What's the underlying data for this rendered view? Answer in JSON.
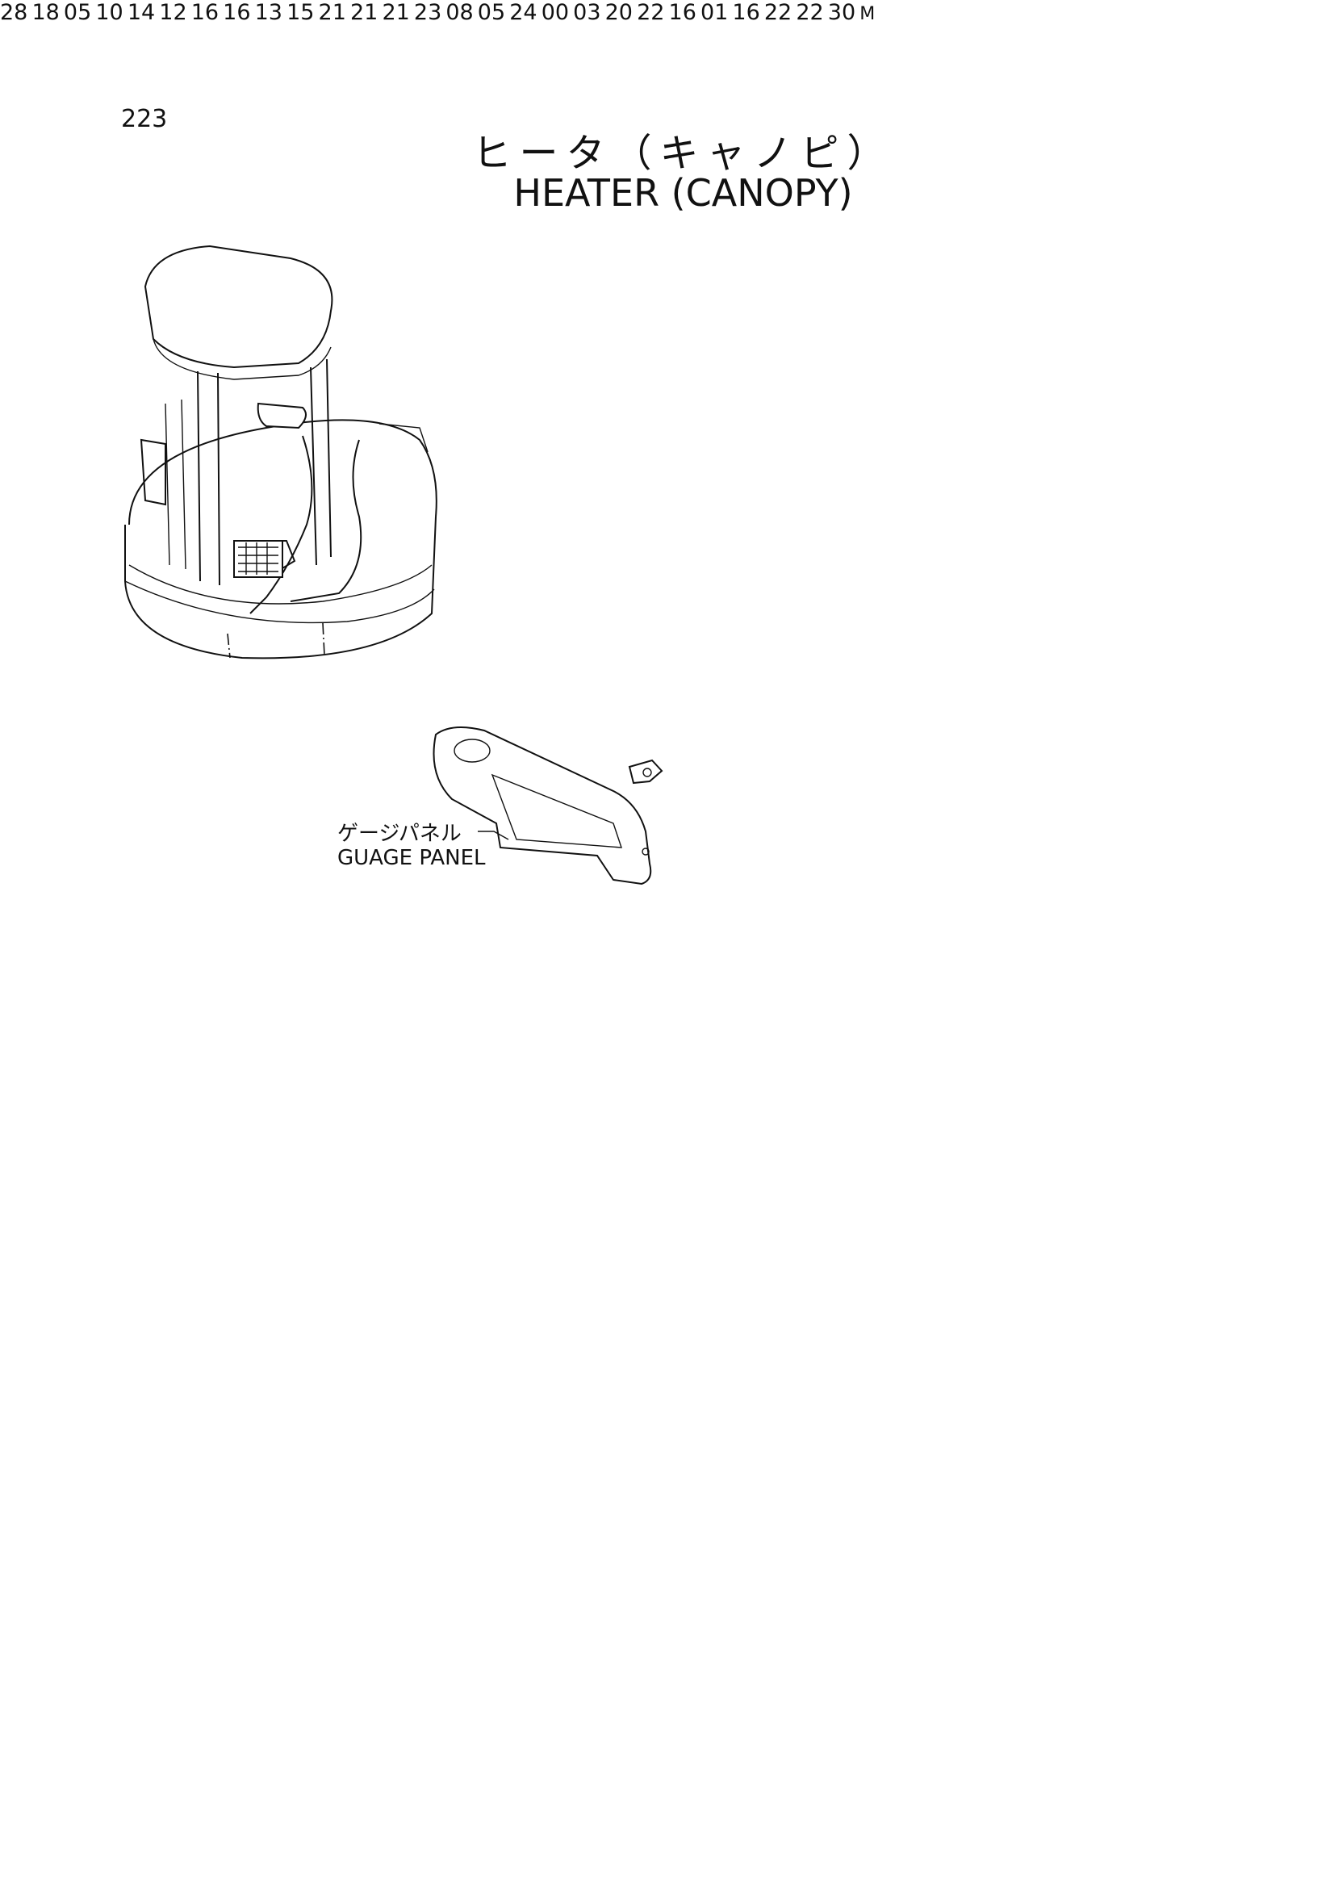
{
  "page_number": "223",
  "title_jp": "ヒータ（キャノピ）",
  "title_en": "HEATER (CANOPY)",
  "gauge_panel_jp": "ゲージパネル",
  "gauge_panel_en": "GUAGE PANEL",
  "mark": "M",
  "callouts": [
    {
      "id": "c28",
      "text": "28"
    },
    {
      "id": "c18",
      "text": "18"
    },
    {
      "id": "c05a",
      "text": "05"
    },
    {
      "id": "c10",
      "text": "10"
    },
    {
      "id": "c14",
      "text": "14"
    },
    {
      "id": "c12",
      "text": "12"
    },
    {
      "id": "c16a",
      "text": "16"
    },
    {
      "id": "c16b",
      "text": "16"
    },
    {
      "id": "c13",
      "text": "13"
    },
    {
      "id": "c15",
      "text": "15"
    },
    {
      "id": "c21a",
      "text": "21"
    },
    {
      "id": "c21b",
      "text": "21"
    },
    {
      "id": "c21c",
      "text": "21"
    },
    {
      "id": "c23",
      "text": "23"
    },
    {
      "id": "c08",
      "text": "08"
    },
    {
      "id": "c05b",
      "text": "05"
    },
    {
      "id": "c24",
      "text": "24"
    },
    {
      "id": "c00",
      "text": "00"
    },
    {
      "id": "c03",
      "text": "03"
    },
    {
      "id": "c20",
      "text": "20"
    },
    {
      "id": "c22a",
      "text": "22"
    },
    {
      "id": "c16c",
      "text": "16"
    },
    {
      "id": "c01",
      "text": "01"
    },
    {
      "id": "c16d",
      "text": "16"
    },
    {
      "id": "c22b",
      "text": "22"
    },
    {
      "id": "c22c",
      "text": "22"
    },
    {
      "id": "c30",
      "text": "30"
    }
  ]
}
